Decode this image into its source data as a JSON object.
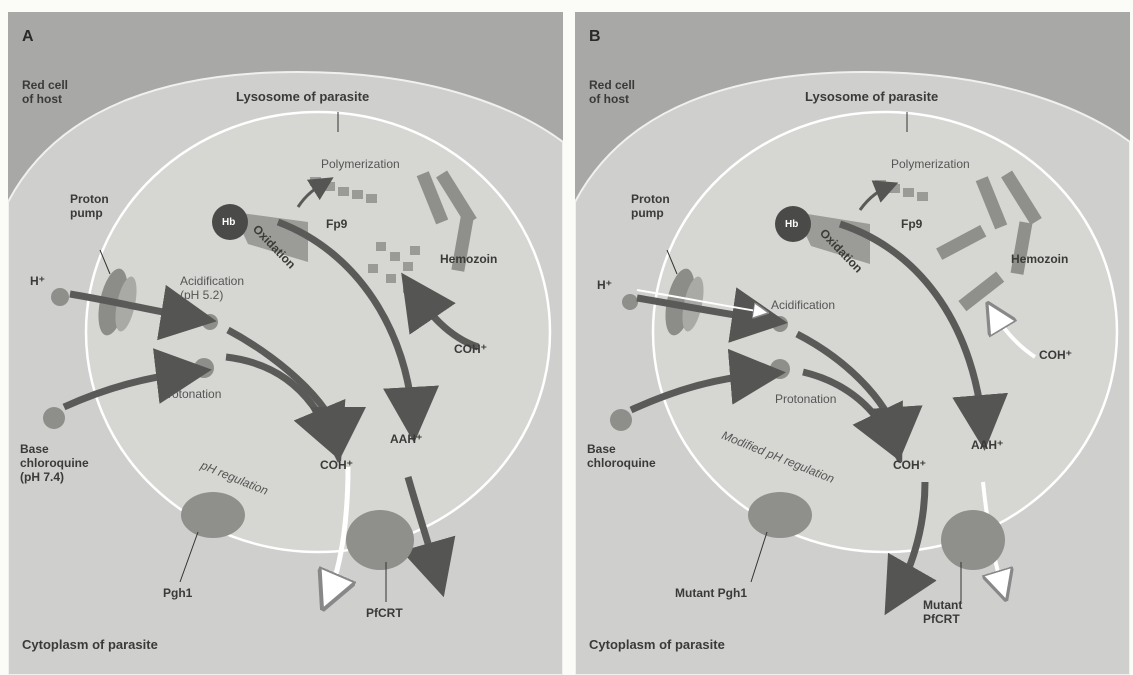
{
  "panels": [
    {
      "letter": "A",
      "labels": {
        "red_cell": "Red cell\nof host",
        "lysosome": "Lysosome of parasite",
        "polymerization": "Polymerization",
        "fp9": "Fp9",
        "oxidation": "Oxidation",
        "hb": "Hb",
        "hemozoin": "Hemozoin",
        "proton_pump": "Proton\npump",
        "h_plus": "H⁺",
        "acidification": "Acidification\n(pH 5.2)",
        "coh_upper": "COH⁺",
        "protonation": "Protonation",
        "base_chloroquine": "Base\nchloroquine\n(pH 7.4)",
        "ph_regulation": "pH regulation",
        "coh_lower": "COH⁺",
        "aah": "AAH⁺",
        "pgh1": "Pgh1",
        "pfcrt": "PfCRT",
        "cytoplasm": "Cytoplasm of parasite"
      }
    },
    {
      "letter": "B",
      "labels": {
        "red_cell": "Red cell\nof host",
        "lysosome": "Lysosome of parasite",
        "polymerization": "Polymerization",
        "fp9": "Fp9",
        "oxidation": "Oxidation",
        "hb": "Hb",
        "hemozoin": "Hemozoin",
        "proton_pump": "Proton\npump",
        "h_plus": "H⁺",
        "acidification": "Acidification",
        "coh_upper": "COH⁺",
        "protonation": "Protonation",
        "base_chloroquine": "Base\nchloroquine",
        "ph_regulation": "Modified pH regulation",
        "coh_lower": "COH⁺",
        "aah": "AAH⁺",
        "pgh1": "Mutant Pgh1",
        "pfcrt": "Mutant\nPfCRT",
        "cytoplasm": "Cytoplasm of parasite"
      }
    }
  ],
  "colors": {
    "host_background": "#a8a8a6",
    "parasite_cell": "#cfd0cd",
    "lysosome": "#d9dad6",
    "membrane": "#ffffff",
    "arrow": "#5a5a58",
    "protein": "#8f8f8c"
  }
}
